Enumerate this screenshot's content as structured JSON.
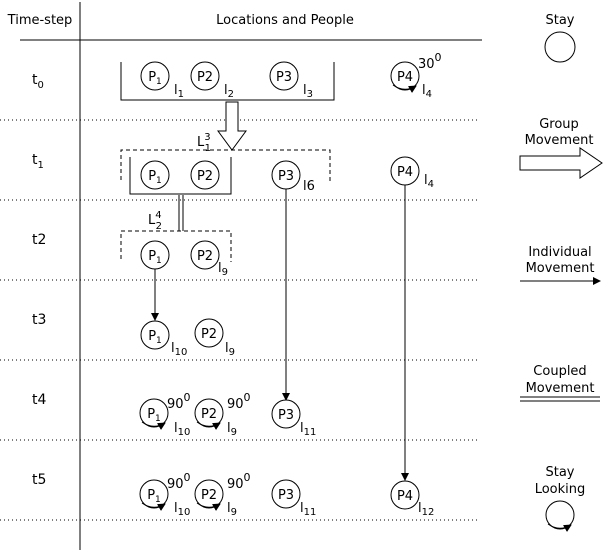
{
  "header": {
    "timestep_label": "Time-step",
    "locations_label": "Locations and People"
  },
  "rows": [
    {
      "main": "t",
      "sub": "0"
    },
    {
      "main": "t",
      "sub": "1"
    },
    {
      "main": "t2",
      "sub": ""
    },
    {
      "main": "t3",
      "sub": ""
    },
    {
      "main": "t4",
      "sub": ""
    },
    {
      "main": "t5",
      "sub": ""
    }
  ],
  "people": [
    {
      "label": "P",
      "sub": "1"
    },
    {
      "label": "P2",
      "sub": ""
    },
    {
      "label": "P3",
      "sub": ""
    },
    {
      "label": "P4",
      "sub": ""
    }
  ],
  "locations": {
    "l1": {
      "main": "l",
      "sub": "1"
    },
    "l2": {
      "main": "l",
      "sub": "2"
    },
    "l3": {
      "main": "l",
      "sub": "3"
    },
    "l4": {
      "main": "l",
      "sub": "4"
    },
    "l6": {
      "main": "l6",
      "sub": ""
    },
    "l9": {
      "main": "l",
      "sub": "9"
    },
    "l10": {
      "main": "l",
      "sub": "10"
    },
    "l11": {
      "main": "l",
      "sub": "11"
    },
    "l12": {
      "main": "l",
      "sub": "12"
    }
  },
  "group_moves": {
    "L31": {
      "main": "L",
      "sup": "3",
      "sub": "1"
    },
    "L42": {
      "main": "L",
      "sup": "4",
      "sub": "2"
    }
  },
  "angles": {
    "a30": {
      "main": "30",
      "sup": "0"
    },
    "a90": {
      "main": "90",
      "sup": "0"
    }
  },
  "legend": {
    "stay": "Stay",
    "group_movement_1": "Group",
    "group_movement_2": "Movement",
    "individual_movement_1": "Individual",
    "individual_movement_2": "Movement",
    "coupled_movement_1": "Coupled",
    "coupled_movement_2": "Movement",
    "stay_looking_1": "Stay",
    "stay_looking_2": "Looking"
  }
}
